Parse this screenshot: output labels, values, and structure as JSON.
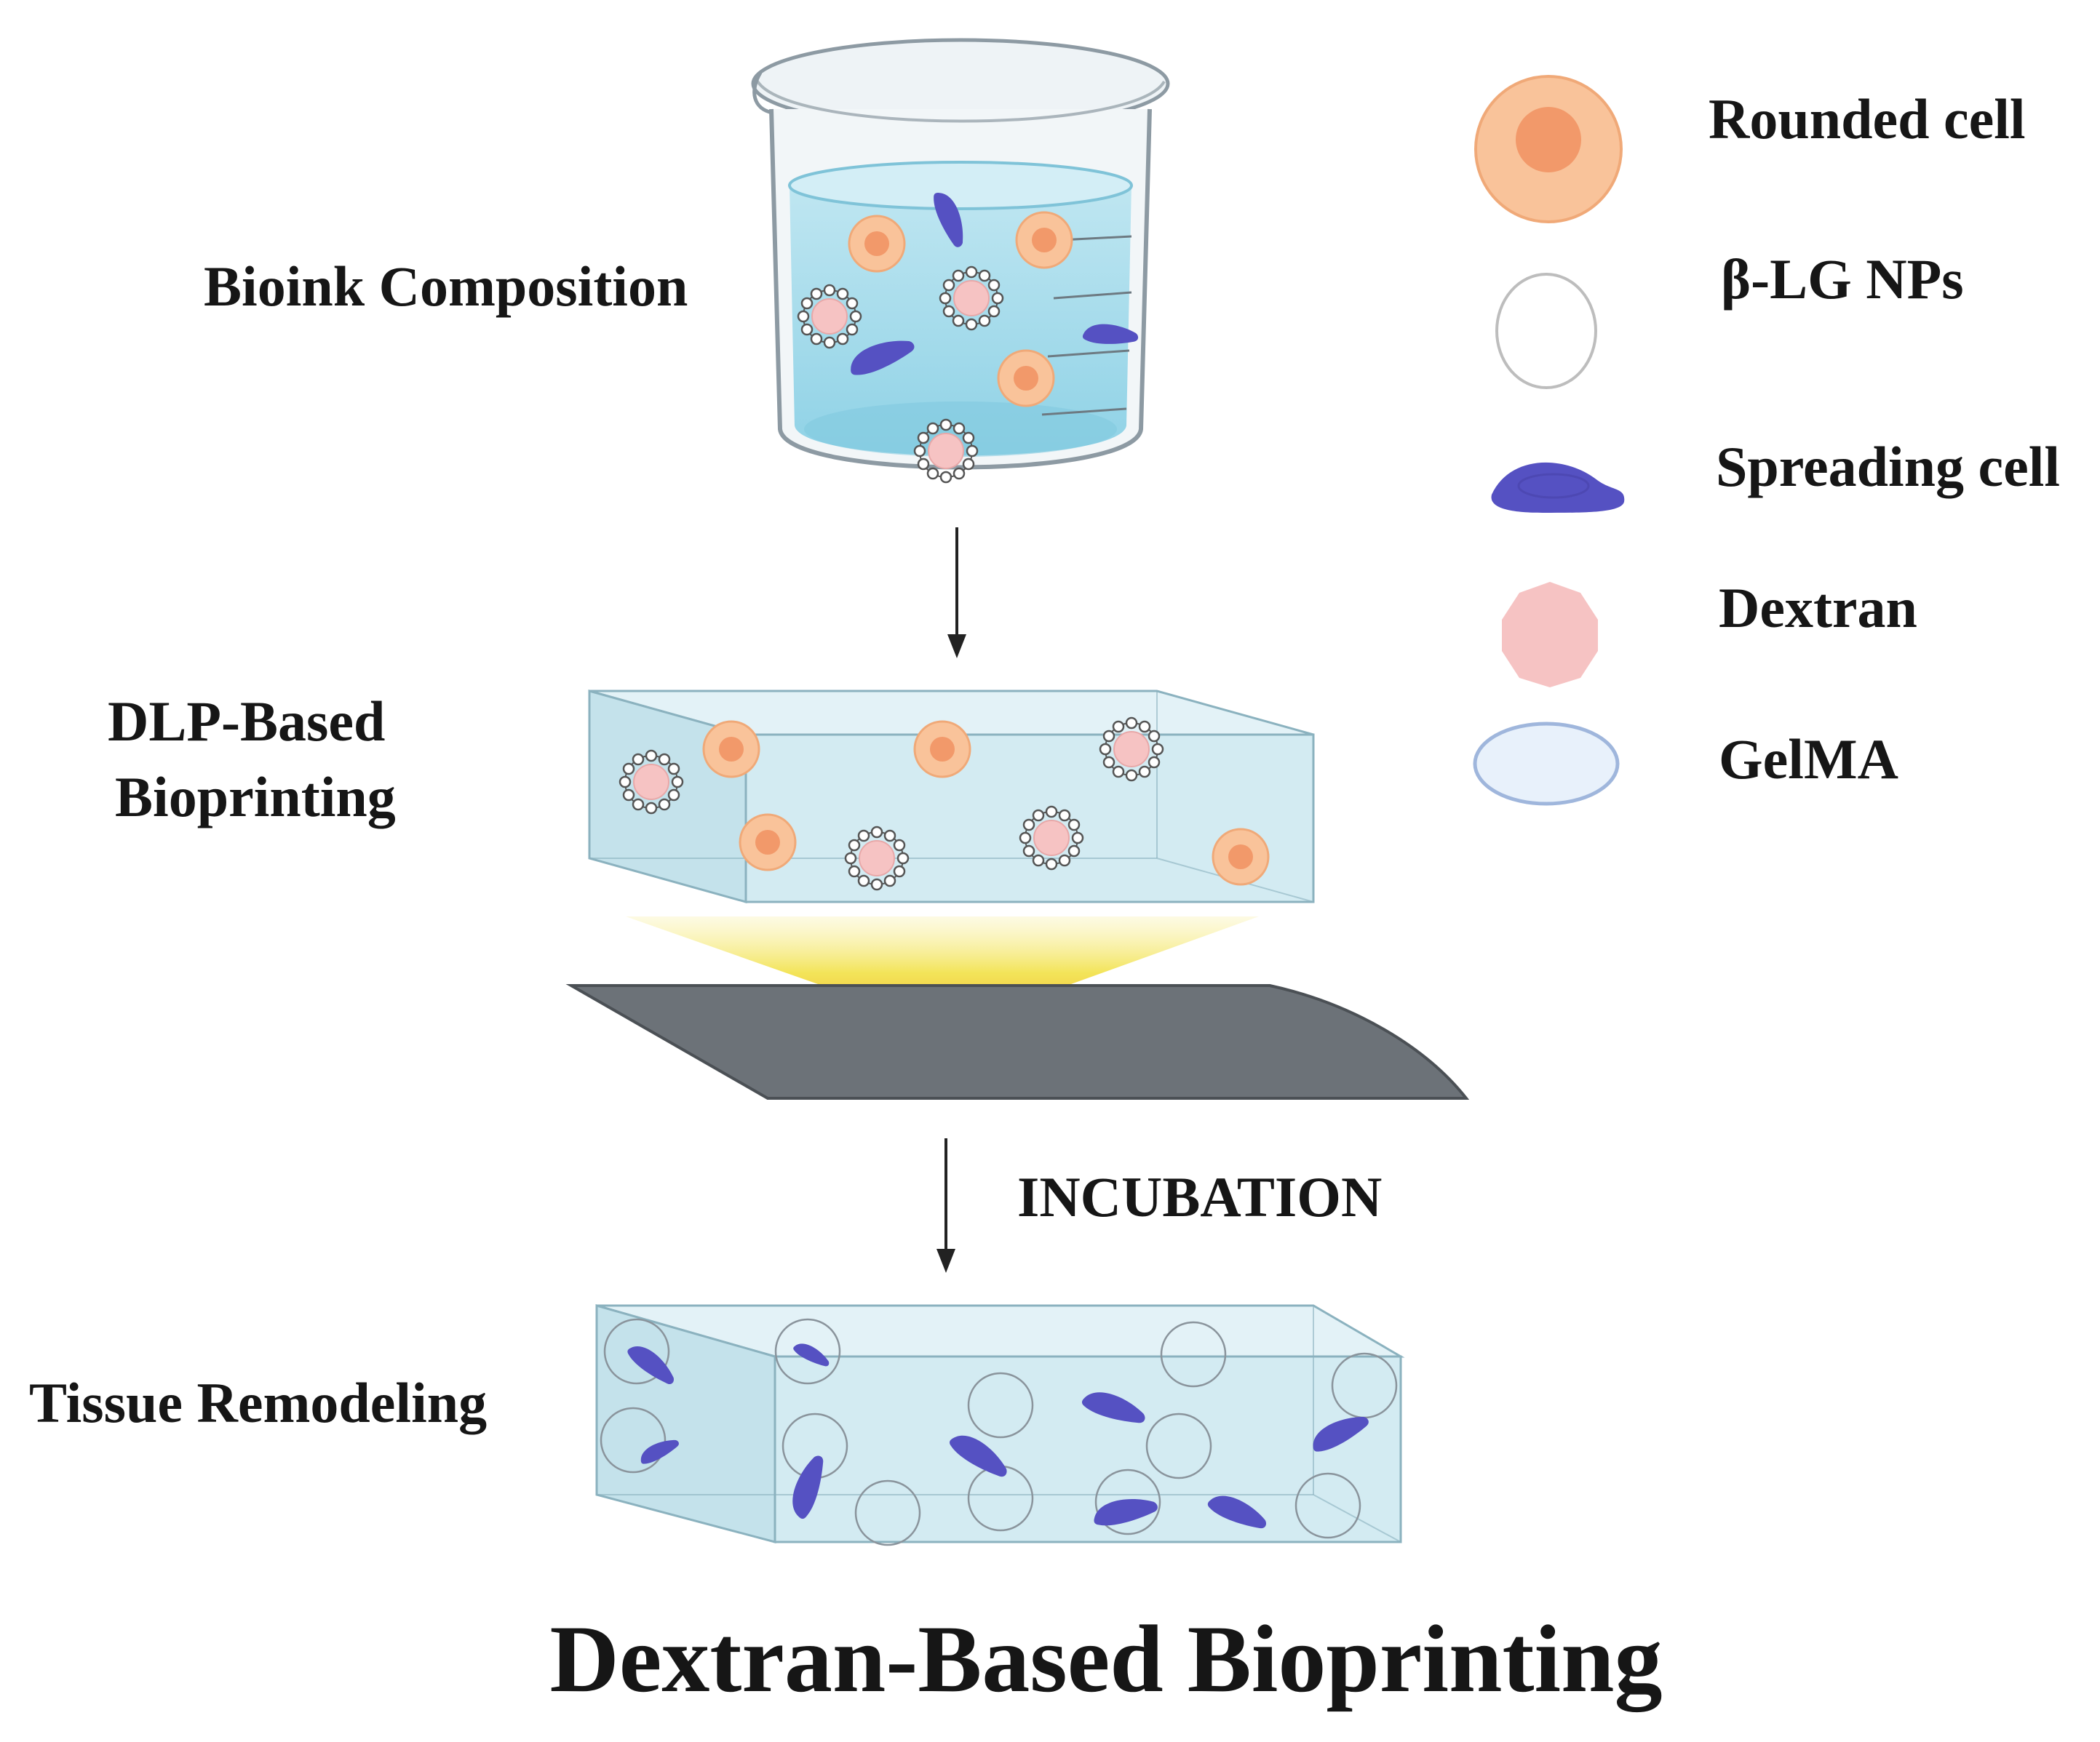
{
  "stages": {
    "composition": "Bioink Composition",
    "printing_line1": "DLP-Based",
    "printing_line2": "Bioprinting",
    "incubation": "INCUBATION",
    "remodeling": "Tissue Remodeling"
  },
  "title": "Dextran-Based Bioprinting",
  "legend": {
    "rounded_cell": "Rounded cell",
    "nanoparticles": "β-LG NPs",
    "spreading_cell": "Spreading cell",
    "dextran": "Dextran",
    "gelma": "GelMA"
  },
  "icons": {
    "beaker": "beaker-icon",
    "rounded_cell": "rounded-cell-icon",
    "spreading_cell": "spreading-cell-icon",
    "nanoparticle": "nanoparticle-ring-icon",
    "dextran": "dextran-icon",
    "gelma": "gelma-icon",
    "light_beam": "light-beam-icon",
    "platform": "build-platform-icon"
  },
  "colors": {
    "rounded_cell_outer": "#f9c39a",
    "rounded_cell_inner": "#f3a070",
    "spreading_cell": "#5551c2",
    "dextran": "#f6c3c3",
    "gelma_fill": "#e8f1fb",
    "gelma_stroke": "#9fb6dc",
    "hydrogel": "#cfe7ef",
    "liquid": "#a6dbea",
    "light": "#f6e86b",
    "platform": "#6c7278"
  }
}
